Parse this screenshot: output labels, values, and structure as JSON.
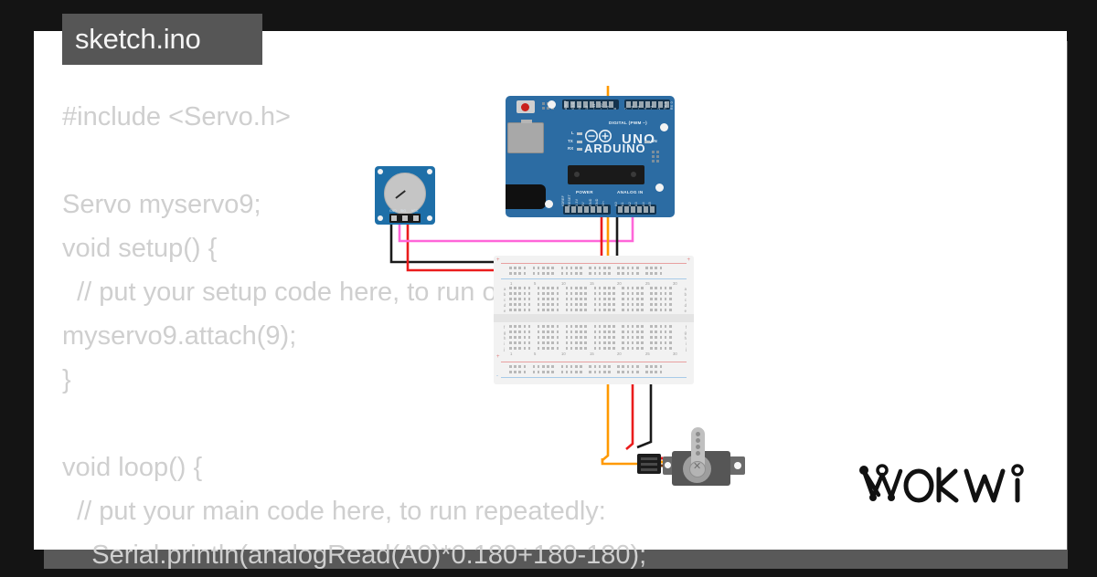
{
  "window": {
    "background_color": "#141414",
    "canvas_color": "#ffffff",
    "shadow_color": "#595959"
  },
  "tab": {
    "label": "sketch.ino",
    "background_color": "#565656",
    "text_color": "#f4f4f4"
  },
  "editor": {
    "text_color": "#cfcfcf",
    "code": "#include <Servo.h>\n\nServo myservo9;\nvoid setup() {\n  // put your setup code here, to run once:\nmyservo9.attach(9);\n}\n\nvoid loop() {\n  // put your main code here, to run repeatedly:\n    Serial.println(analogRead(A0)*0.180+180-180);"
  },
  "branding": {
    "logo_text": "WOKWI"
  },
  "diagram": {
    "parts": [
      {
        "id": "arduino-uno",
        "name": "Arduino UNO",
        "brand": "ARDUINO",
        "model": "UNO",
        "color": "#2c6ca3",
        "digital_header_label": "DIGITAL (PWM ~)",
        "digital_pins": [
          "AREF",
          "GND",
          "13",
          "12",
          "~11",
          "~10",
          "~9",
          "8",
          "7",
          "~6",
          "~5",
          "4",
          "~3",
          "2",
          "TX 1",
          "RX 0"
        ],
        "power_label": "POWER",
        "power_pins": [
          "IOREF",
          "RESET",
          "3.3V",
          "5V",
          "GND",
          "GND",
          "Vin"
        ],
        "analog_label": "ANALOG IN",
        "analog_pins": [
          "A0",
          "A1",
          "A2",
          "A3",
          "A4",
          "A5"
        ],
        "leds": [
          "L",
          "TX",
          "RX",
          "ON"
        ]
      },
      {
        "id": "potentiometer",
        "name": "Potentiometer module",
        "color": "#1e6fa8",
        "pins": [
          "GND",
          "SIG",
          "VCC"
        ]
      },
      {
        "id": "breadboard",
        "name": "Breadboard (half+)",
        "color": "#f2f2f2",
        "column_numbers": [
          "1",
          "5",
          "10",
          "15",
          "20",
          "25",
          "30"
        ],
        "row_letters_top": [
          "a",
          "b",
          "c",
          "d",
          "e"
        ],
        "row_letters_bottom": [
          "f",
          "g",
          "h",
          "i",
          "j"
        ],
        "rail_markers": [
          "+",
          "-"
        ]
      },
      {
        "id": "servo",
        "name": "Positional micro servo",
        "color": "#565656"
      }
    ],
    "wires": [
      {
        "from": "pot.GND",
        "to": "breadboard.negative-rail",
        "color": "#1a1a1a",
        "name": "pot-gnd-wire"
      },
      {
        "from": "pot.SIG",
        "to": "uno.A0",
        "color": "#ff66d9",
        "name": "pot-signal-wire"
      },
      {
        "from": "pot.VCC",
        "to": "breadboard.positive-rail",
        "color": "#ea1c1c",
        "name": "pot-vcc-wire"
      },
      {
        "from": "uno.D9",
        "to": "servo.signal",
        "color": "#ff9900",
        "name": "servo-signal-wire"
      },
      {
        "from": "uno.5V",
        "to": "servo.power",
        "color": "#ea1c1c",
        "name": "servo-power-wire"
      },
      {
        "from": "uno.GND",
        "to": "servo.ground",
        "color": "#1a1a1a",
        "name": "servo-ground-wire"
      }
    ]
  }
}
